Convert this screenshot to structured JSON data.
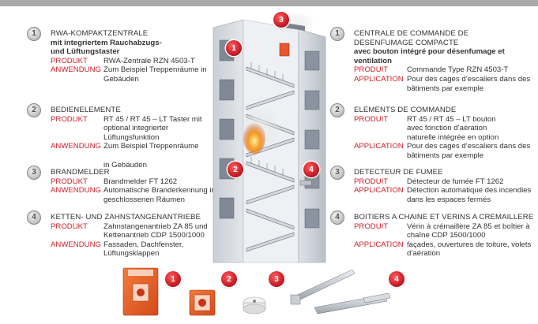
{
  "left": [
    {
      "number": "1",
      "title": "RWA-KOMPAKTZENTRALE",
      "subtitle": "mit integriertem Rauchabzugs- und Lüftungstaster",
      "rows": [
        {
          "label": "PRODUKT",
          "value": "RWA-Zentrale RZN 4503-T"
        },
        {
          "label": "ANWENDUNG",
          "value": "Zum Beispiel Treppenräume in Gebäuden"
        }
      ]
    },
    {
      "number": "2",
      "title": "BEDIENELEMENTE",
      "rows": [
        {
          "label": "PRODUKT",
          "value": "RT 45 / RT 45 – LT Taster mit optional integrierter Lüftungsfunktion"
        },
        {
          "label": "ANWENDUNG",
          "value": "Zum Beispiel Treppenräume"
        }
      ],
      "extra": "in Gebäuden"
    },
    {
      "number": "3",
      "title": "BRANDMELDER",
      "rows": [
        {
          "label": "PRODUKT",
          "value": "Brandmelder FT 1262"
        },
        {
          "label": "ANWENDUNG",
          "value": "Automatische Branderkennung in geschlossenen Räumen"
        }
      ]
    },
    {
      "number": "4",
      "title": "KETTEN- UND ZAHNSTANGENANTRIEBE",
      "rows": [
        {
          "label": "PRODUKT",
          "value": "Zahnstangenantrieb ZA 85 und Kettenantrieb CDP 1500/1000"
        },
        {
          "label": "ANWENDUNG",
          "value": "Fassaden, Dachfenster, Lüftungsklappen"
        }
      ]
    }
  ],
  "right": [
    {
      "number": "1",
      "title": "CENTRALE DE COMMANDE DE DESENFUMAGE COMPACTE",
      "subtitle": "avec bouton intégré pour désenfumage et ventilation",
      "rows": [
        {
          "label": "PRODUIT",
          "value": "Commande Type RZN 4503-T"
        },
        {
          "label": "APPLICATION",
          "value": "Pour des cages d’escaliers dans des bâtiments par exemple"
        }
      ]
    },
    {
      "number": "2",
      "title": "ELEMENTS DE COMMANDE",
      "rows": [
        {
          "label": "PRODUIT",
          "value": "RT 45 / RT 45 – LT bouton avec fonction d’aération naturelle intégrée en option"
        },
        {
          "label": "APPLICATION",
          "value": "Pour des cages d’escaliers dans des bâtiments par exemple"
        }
      ]
    },
    {
      "number": "3",
      "title": "DETECTEUR DE FUMEE",
      "rows": [
        {
          "label": "PRODUIT",
          "value": "Détecteur de fumée FT 1262"
        },
        {
          "label": "APPLICATION",
          "value": "Détection automatique des incendies dans les espaces fermés"
        }
      ]
    },
    {
      "number": "4",
      "title": "BOITIERS A CHAINE ET VERINS A CREMAILLERE",
      "rows": [
        {
          "label": "PRODUIT",
          "value": "Vérin à crémaillère ZA 85 et boîtier à chaîne CDP 1500/1000"
        },
        {
          "label": "APPLICATION",
          "value": "façades, ouvertures de toiture, volets d’aération"
        }
      ]
    }
  ],
  "badges": {
    "building": [
      "1",
      "2",
      "3",
      "4"
    ],
    "products": [
      "1",
      "2",
      "3",
      "4"
    ]
  },
  "colors": {
    "label_red": "#d0202a",
    "badge_red": "#d0202a",
    "number_grey": "#c8c8c8",
    "top_bar": "#a9a9a9"
  }
}
